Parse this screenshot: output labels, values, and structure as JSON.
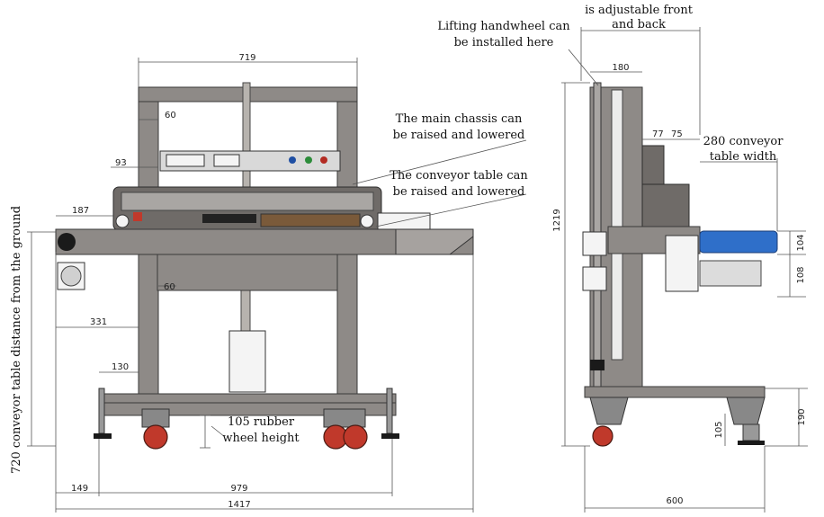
{
  "annotations": {
    "adjustable_front_back": [
      "is adjustable front",
      "and back"
    ],
    "lifting_handwheel": [
      "Lifting handwheel can",
      "be installed here"
    ],
    "main_chassis": [
      "The main chassis can",
      "be raised and lowered"
    ],
    "conveyor_table": [
      "The conveyor table can",
      "be raised and lowered"
    ],
    "rubber_wheel": [
      "105 rubber",
      "wheel height"
    ],
    "conveyor_width": [
      "280 conveyor",
      "table width"
    ],
    "ground_distance": "720 conveyor table distance from the ground"
  },
  "front_view_dimensions": {
    "top_width": "719",
    "upright_offset": "60",
    "panel_offset": "93",
    "conveyor_left": "187",
    "lower_offset": "60",
    "leg_offset": "331",
    "caster_offset": "130",
    "bottom_left": "149",
    "bottom_mid": "979",
    "overall_length": "1417"
  },
  "side_view_dimensions": {
    "total_height": "1219",
    "top_width": "180",
    "arm_a": "77",
    "arm_b": "75",
    "belt_height": "104",
    "lower_height": "108",
    "wheel_height": "105",
    "base_height": "190",
    "base_width": "600"
  },
  "colors": {
    "frame": "#8e8a87",
    "conveyor_roller": "#2f6fc9",
    "wheel": "#c0392b",
    "line": "#555555"
  }
}
